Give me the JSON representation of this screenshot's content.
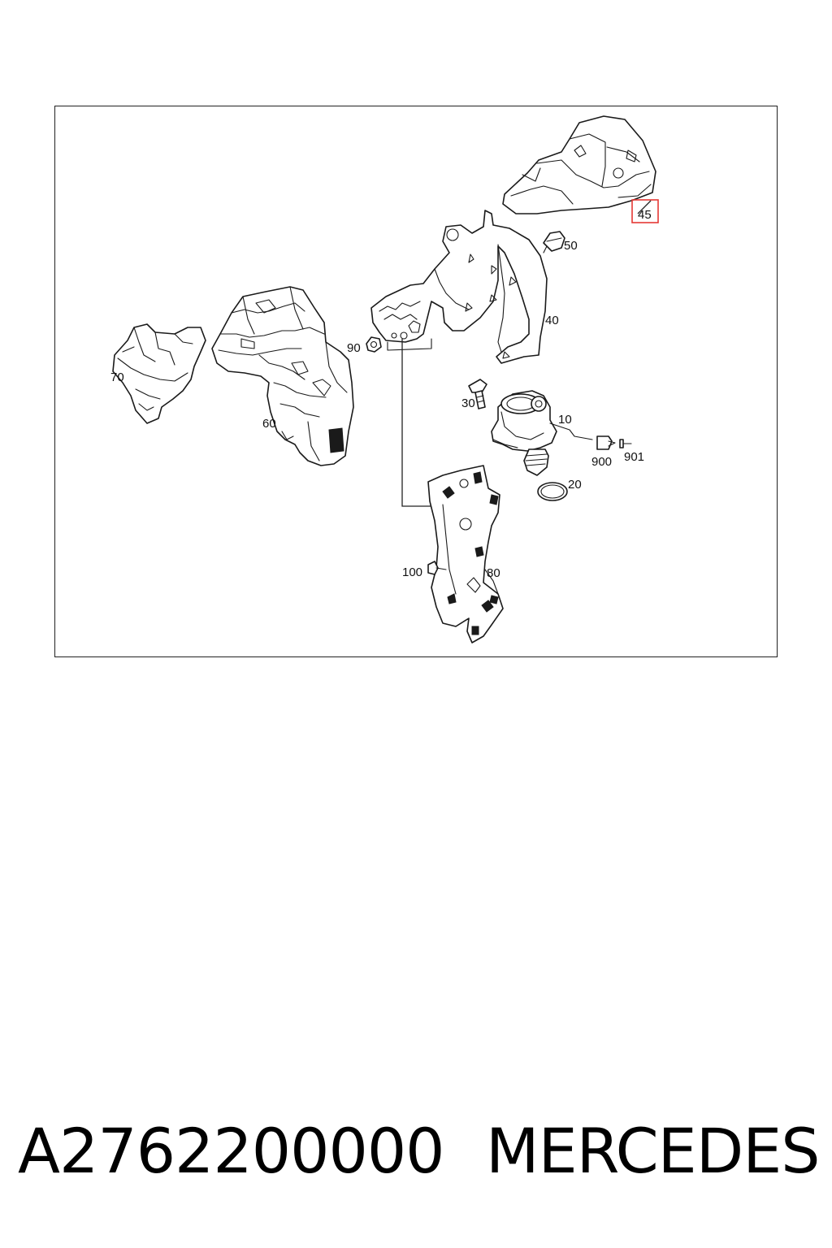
{
  "diagram": {
    "callouts": [
      {
        "id": "45",
        "text": "45",
        "highlighted": true
      },
      {
        "id": "50",
        "text": "50"
      },
      {
        "id": "40",
        "text": "40"
      },
      {
        "id": "90",
        "text": "90"
      },
      {
        "id": "70",
        "text": "70"
      },
      {
        "id": "60",
        "text": "60"
      },
      {
        "id": "30",
        "text": "30"
      },
      {
        "id": "10",
        "text": "10"
      },
      {
        "id": "900",
        "text": "900"
      },
      {
        "id": "901",
        "text": "901"
      },
      {
        "id": "20",
        "text": "20"
      },
      {
        "id": "100",
        "text": "100"
      },
      {
        "id": "80",
        "text": "80"
      }
    ],
    "highlight_color": "#e53935"
  },
  "footer": {
    "part_number": "A2762200000",
    "brand": "MERCEDES"
  }
}
